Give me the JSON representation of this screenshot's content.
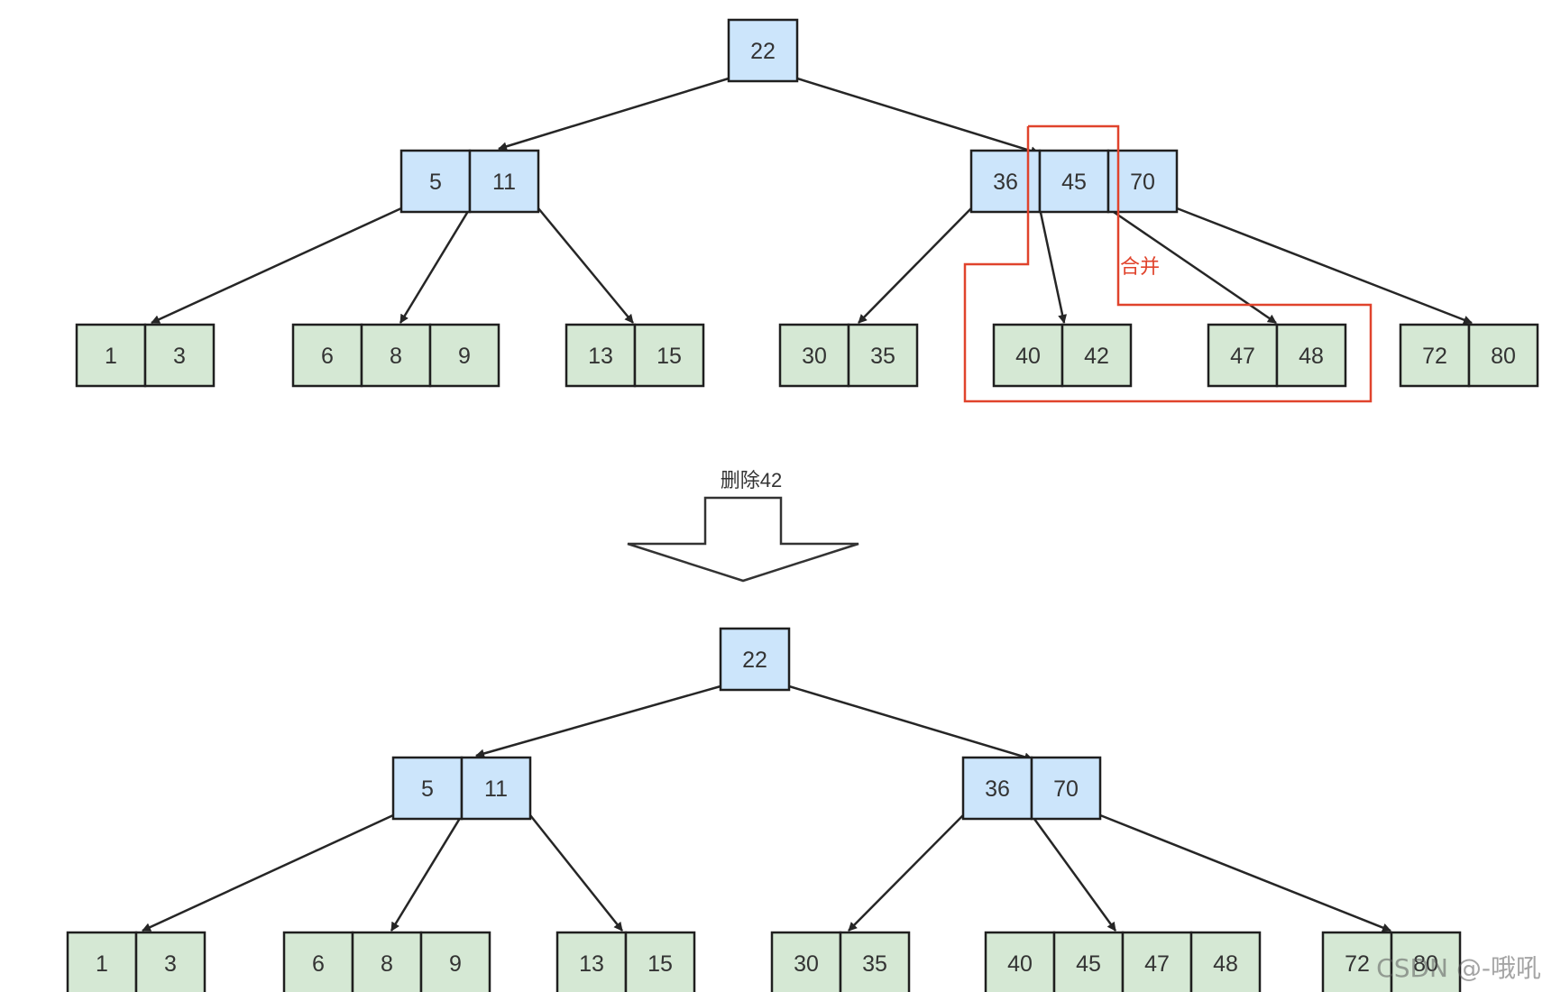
{
  "colors": {
    "internal_fill": "#cce5fb",
    "leaf_fill": "#d5e8d4",
    "border": "#1f1f1f",
    "edge": "#262626",
    "highlight": "#e0432c",
    "text": "#333333"
  },
  "top_tree": {
    "root": [
      "22"
    ],
    "internal": {
      "left": [
        "5",
        "11"
      ],
      "right": [
        "36",
        "45",
        "70"
      ]
    },
    "leaves": [
      [
        "1",
        "3"
      ],
      [
        "6",
        "8",
        "9"
      ],
      [
        "13",
        "15"
      ],
      [
        "30",
        "35"
      ],
      [
        "40",
        "42"
      ],
      [
        "47",
        "48"
      ],
      [
        "72",
        "80"
      ]
    ],
    "merge_label": "合并"
  },
  "transition": {
    "label": "删除42",
    "arrow_icon": "down-arrow-icon"
  },
  "bottom_tree": {
    "root": [
      "22"
    ],
    "internal": {
      "left": [
        "5",
        "11"
      ],
      "right": [
        "36",
        "70"
      ]
    },
    "leaves": [
      [
        "1",
        "3"
      ],
      [
        "6",
        "8",
        "9"
      ],
      [
        "13",
        "15"
      ],
      [
        "30",
        "35"
      ],
      [
        "40",
        "45",
        "47",
        "48"
      ],
      [
        "72",
        "80"
      ]
    ]
  },
  "watermark": "CSDN @-哦吼"
}
